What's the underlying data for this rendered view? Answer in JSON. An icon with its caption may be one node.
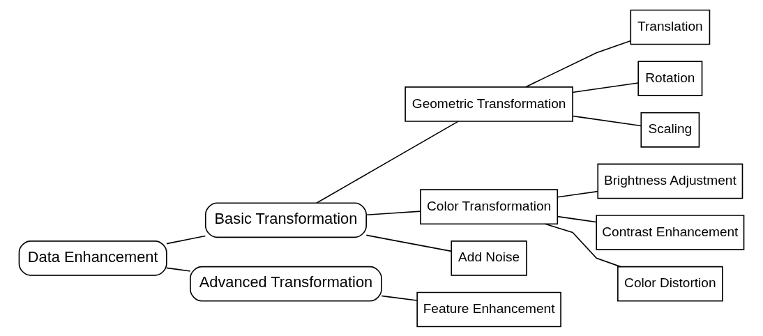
{
  "diagram": {
    "nodes": [
      {
        "text": [
          "Data Enhancement"
        ]
      },
      {
        "text": [
          "Basic Transformation"
        ]
      },
      {
        "text": [
          "Geometric Transformation"
        ]
      },
      {
        "text": [
          "Translation"
        ]
      },
      {
        "text": [
          "Rotation"
        ]
      },
      {
        "text": [
          "Scaling"
        ]
      },
      {
        "text": [
          "Color Transformation"
        ]
      },
      {
        "text": [
          "Brightness Adjustment"
        ]
      },
      {
        "text": [
          "Contrast Enhancement"
        ]
      },
      {
        "text": [
          "Color Distortion"
        ]
      },
      {
        "text": [
          "Add Noise"
        ]
      },
      {
        "text": [
          "Advanced Transformation"
        ]
      },
      {
        "text": [
          "Feature Enhancement"
        ]
      }
    ],
    "edges": [
      {
        "from": 0,
        "to": 1,
        "arrow": "none"
      },
      {
        "from": 1,
        "to": 2,
        "arrow": "none"
      },
      {
        "from": 2,
        "to": 3,
        "arrow": "none"
      },
      {
        "from": 2,
        "to": 4,
        "arrow": "none"
      },
      {
        "from": 2,
        "to": 5,
        "arrow": "none"
      },
      {
        "from": 1,
        "to": 6,
        "arrow": "none"
      },
      {
        "from": 6,
        "to": 7,
        "arrow": "none"
      },
      {
        "from": 6,
        "to": 8,
        "arrow": "none"
      },
      {
        "from": 6,
        "to": 9,
        "arrow": "none"
      },
      {
        "from": 1,
        "to": 10,
        "arrow": "none"
      },
      {
        "from": 0,
        "to": 11,
        "arrow": "none"
      },
      {
        "from": 11,
        "to": 12,
        "arrow": "none"
      }
    ]
  }
}
